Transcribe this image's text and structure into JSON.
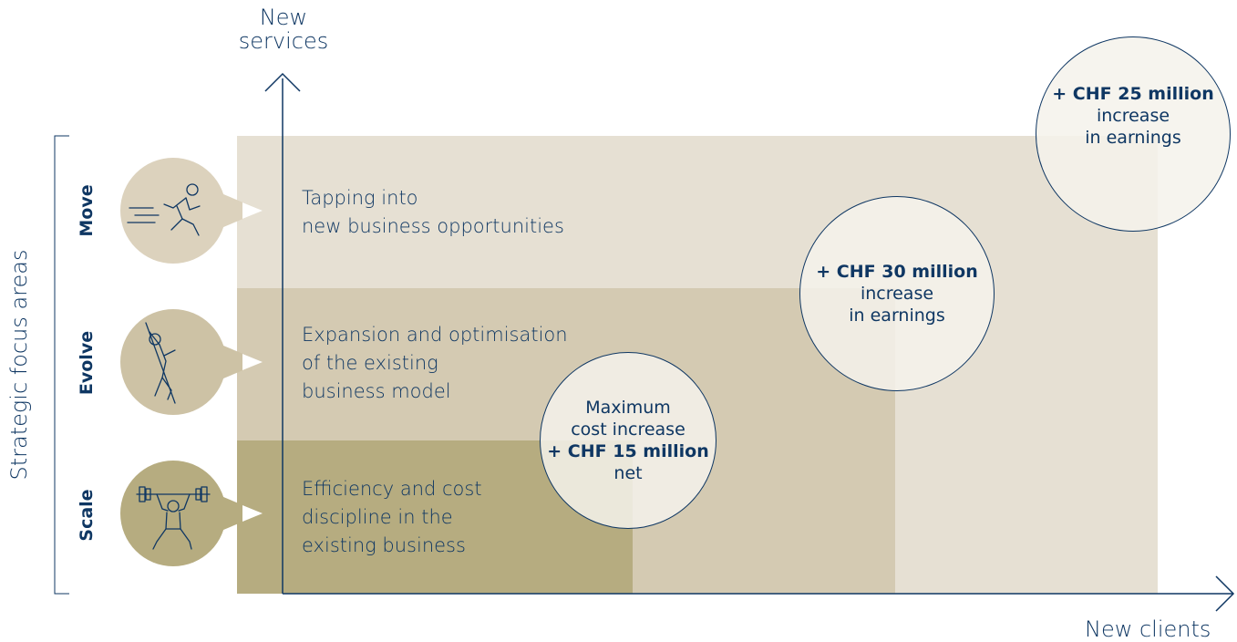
{
  "axes": {
    "y_label_line1": "New",
    "y_label_line2": "services",
    "x_label": "New clients",
    "side_label": "Strategic focus areas"
  },
  "focus_areas": [
    {
      "label": "Move",
      "icon": "sprinter-icon",
      "description_lines": [
        "Tapping into",
        "new business opportunities"
      ]
    },
    {
      "label": "Evolve",
      "icon": "pole-vaulter-icon",
      "description_lines": [
        "Expansion and optimisation",
        "of the existing",
        "business model"
      ]
    },
    {
      "label": "Scale",
      "icon": "weightlifter-icon",
      "description_lines": [
        "Efficiency and cost",
        "discipline in the",
        "existing business"
      ]
    }
  ],
  "bubbles": {
    "cost": {
      "line1": "Maximum",
      "line2": "cost increase",
      "amount": "+ CHF 15 million",
      "line3": "net"
    },
    "evolve": {
      "amount": "+ CHF 30 million",
      "line1": "increase",
      "line2": "in earnings"
    },
    "move": {
      "amount": "+ CHF 25 million",
      "line1": "increase",
      "line2": "in earnings"
    }
  },
  "colors": {
    "navy": "#0f3763",
    "move_band": "#e6e0d3",
    "evolve_band": "#d4cab2",
    "scale_band": "#b6ac80",
    "icon_move": "#dcd2bd",
    "icon_evolve": "#cdc2a5",
    "icon_scale": "#b6ac80"
  }
}
